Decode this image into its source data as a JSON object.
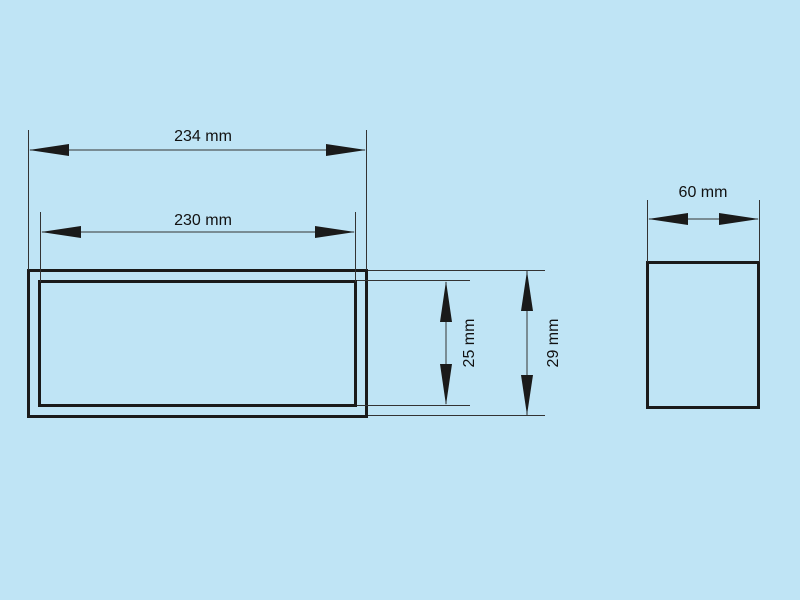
{
  "diagram": {
    "front_view": {
      "outer_width_label": "234 mm",
      "inner_width_label": "230 mm",
      "inner_height_label": "25 mm",
      "outer_height_label": "29 mm"
    },
    "side_view": {
      "depth_label": "60 mm"
    },
    "colors": {
      "background": "#bfe4f5",
      "line": "#1a1a1a"
    }
  }
}
